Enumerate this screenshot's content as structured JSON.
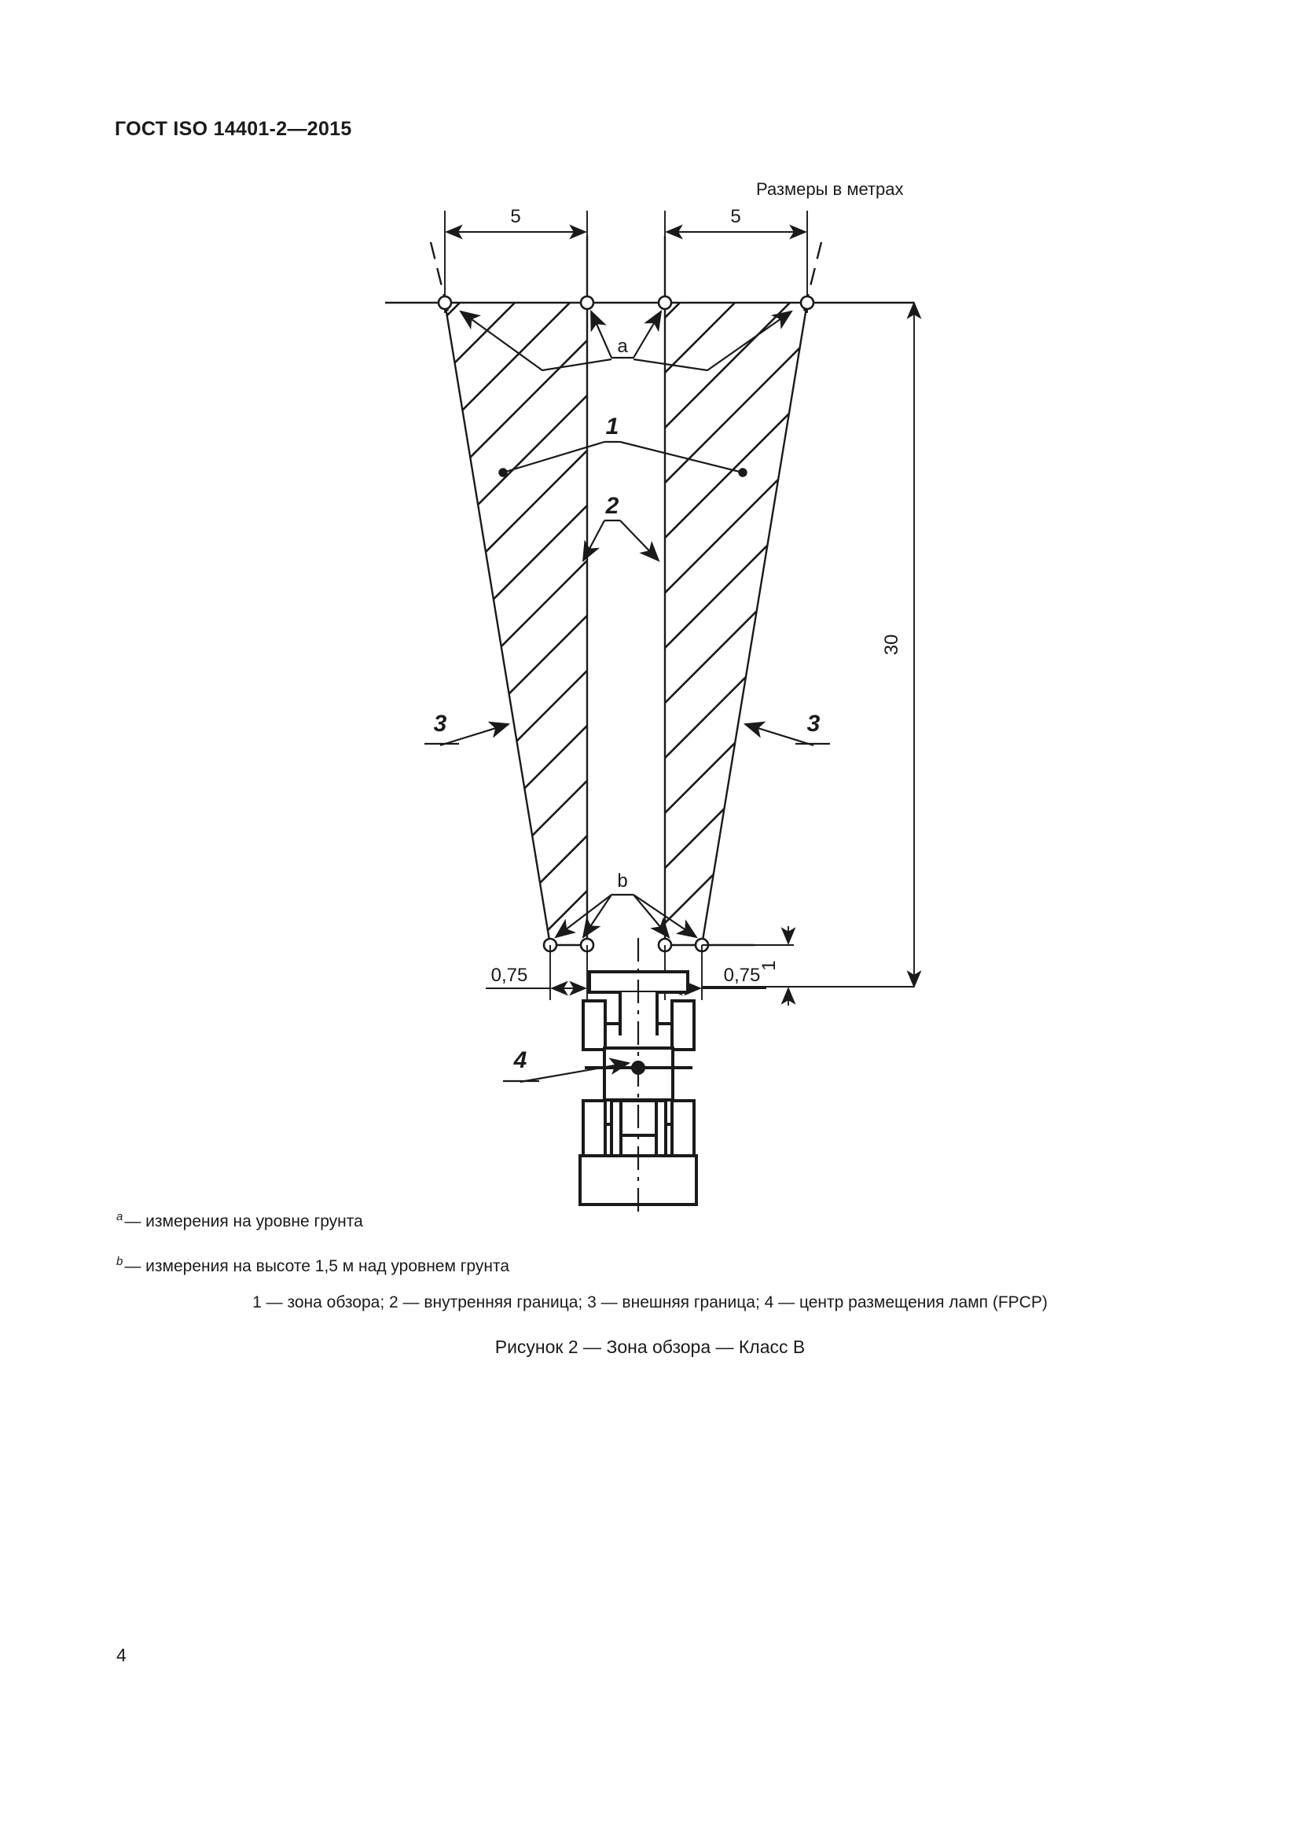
{
  "document": {
    "header": "ГОСТ ISO 14401-2—2015",
    "page_number": "4"
  },
  "figure": {
    "units_note": "Размеры в метрах",
    "caption": "Рисунок 2 — Зона обзора — Класс В",
    "legend": "1 — зона обзора; 2 — внутренняя граница; 3 — внешняя граница; 4 — центр размещения ламп (FPCP)",
    "footnotes": [
      {
        "marker": "a",
        "text": "— измерения на уровне грунта"
      },
      {
        "marker": "b",
        "text": "— измерения на высоте 1,5 м над уровнем грунта"
      }
    ],
    "dimensions": {
      "top_left_width": "5",
      "top_right_width": "5",
      "vertical_depth": "30",
      "bottom_left_width": "0,75",
      "bottom_right_width": "0,75",
      "bottom_offset": "1"
    },
    "callouts": {
      "note_a": "a",
      "note_b": "b",
      "ref_1": "1",
      "ref_2": "2",
      "ref_3_left": "3",
      "ref_3_right": "3",
      "ref_4": "4"
    }
  },
  "chart_data": {
    "type": "diagram",
    "title": "Рисунок 2 — Зона обзора — Класс В",
    "subtitle": "Размеры в метрах",
    "description": "Вид сверху: зона обзора класса В, образованная двумя симметричными трапециевидными (заштрихованными) областями перед транспортным средством.",
    "annotations": [
      {
        "key": "1",
        "label": "зона обзора"
      },
      {
        "key": "2",
        "label": "внутренняя граница"
      },
      {
        "key": "3",
        "label": "внешняя граница"
      },
      {
        "key": "4",
        "label": "центр размещения ламп (FPCP)"
      },
      {
        "key": "a",
        "label": "измерения на уровне грунта"
      },
      {
        "key": "b",
        "label": "измерения на высоте 1,5 м над уровнем грунта"
      }
    ],
    "measurements": [
      {
        "name": "top_left_width",
        "value": 5,
        "unit": "m",
        "label": "5"
      },
      {
        "name": "top_right_width",
        "value": 5,
        "unit": "m",
        "label": "5"
      },
      {
        "name": "depth",
        "value": 30,
        "unit": "m",
        "label": "30"
      },
      {
        "name": "bottom_left_width",
        "value": 0.75,
        "unit": "m",
        "label": "0,75"
      },
      {
        "name": "bottom_right_width",
        "value": 0.75,
        "unit": "m",
        "label": "0,75"
      },
      {
        "name": "bottom_offset",
        "value": 1,
        "unit": "m",
        "label": "1"
      },
      {
        "name": "footnote_b_height",
        "value": 1.5,
        "unit": "m",
        "label": "1,5 м"
      }
    ]
  }
}
